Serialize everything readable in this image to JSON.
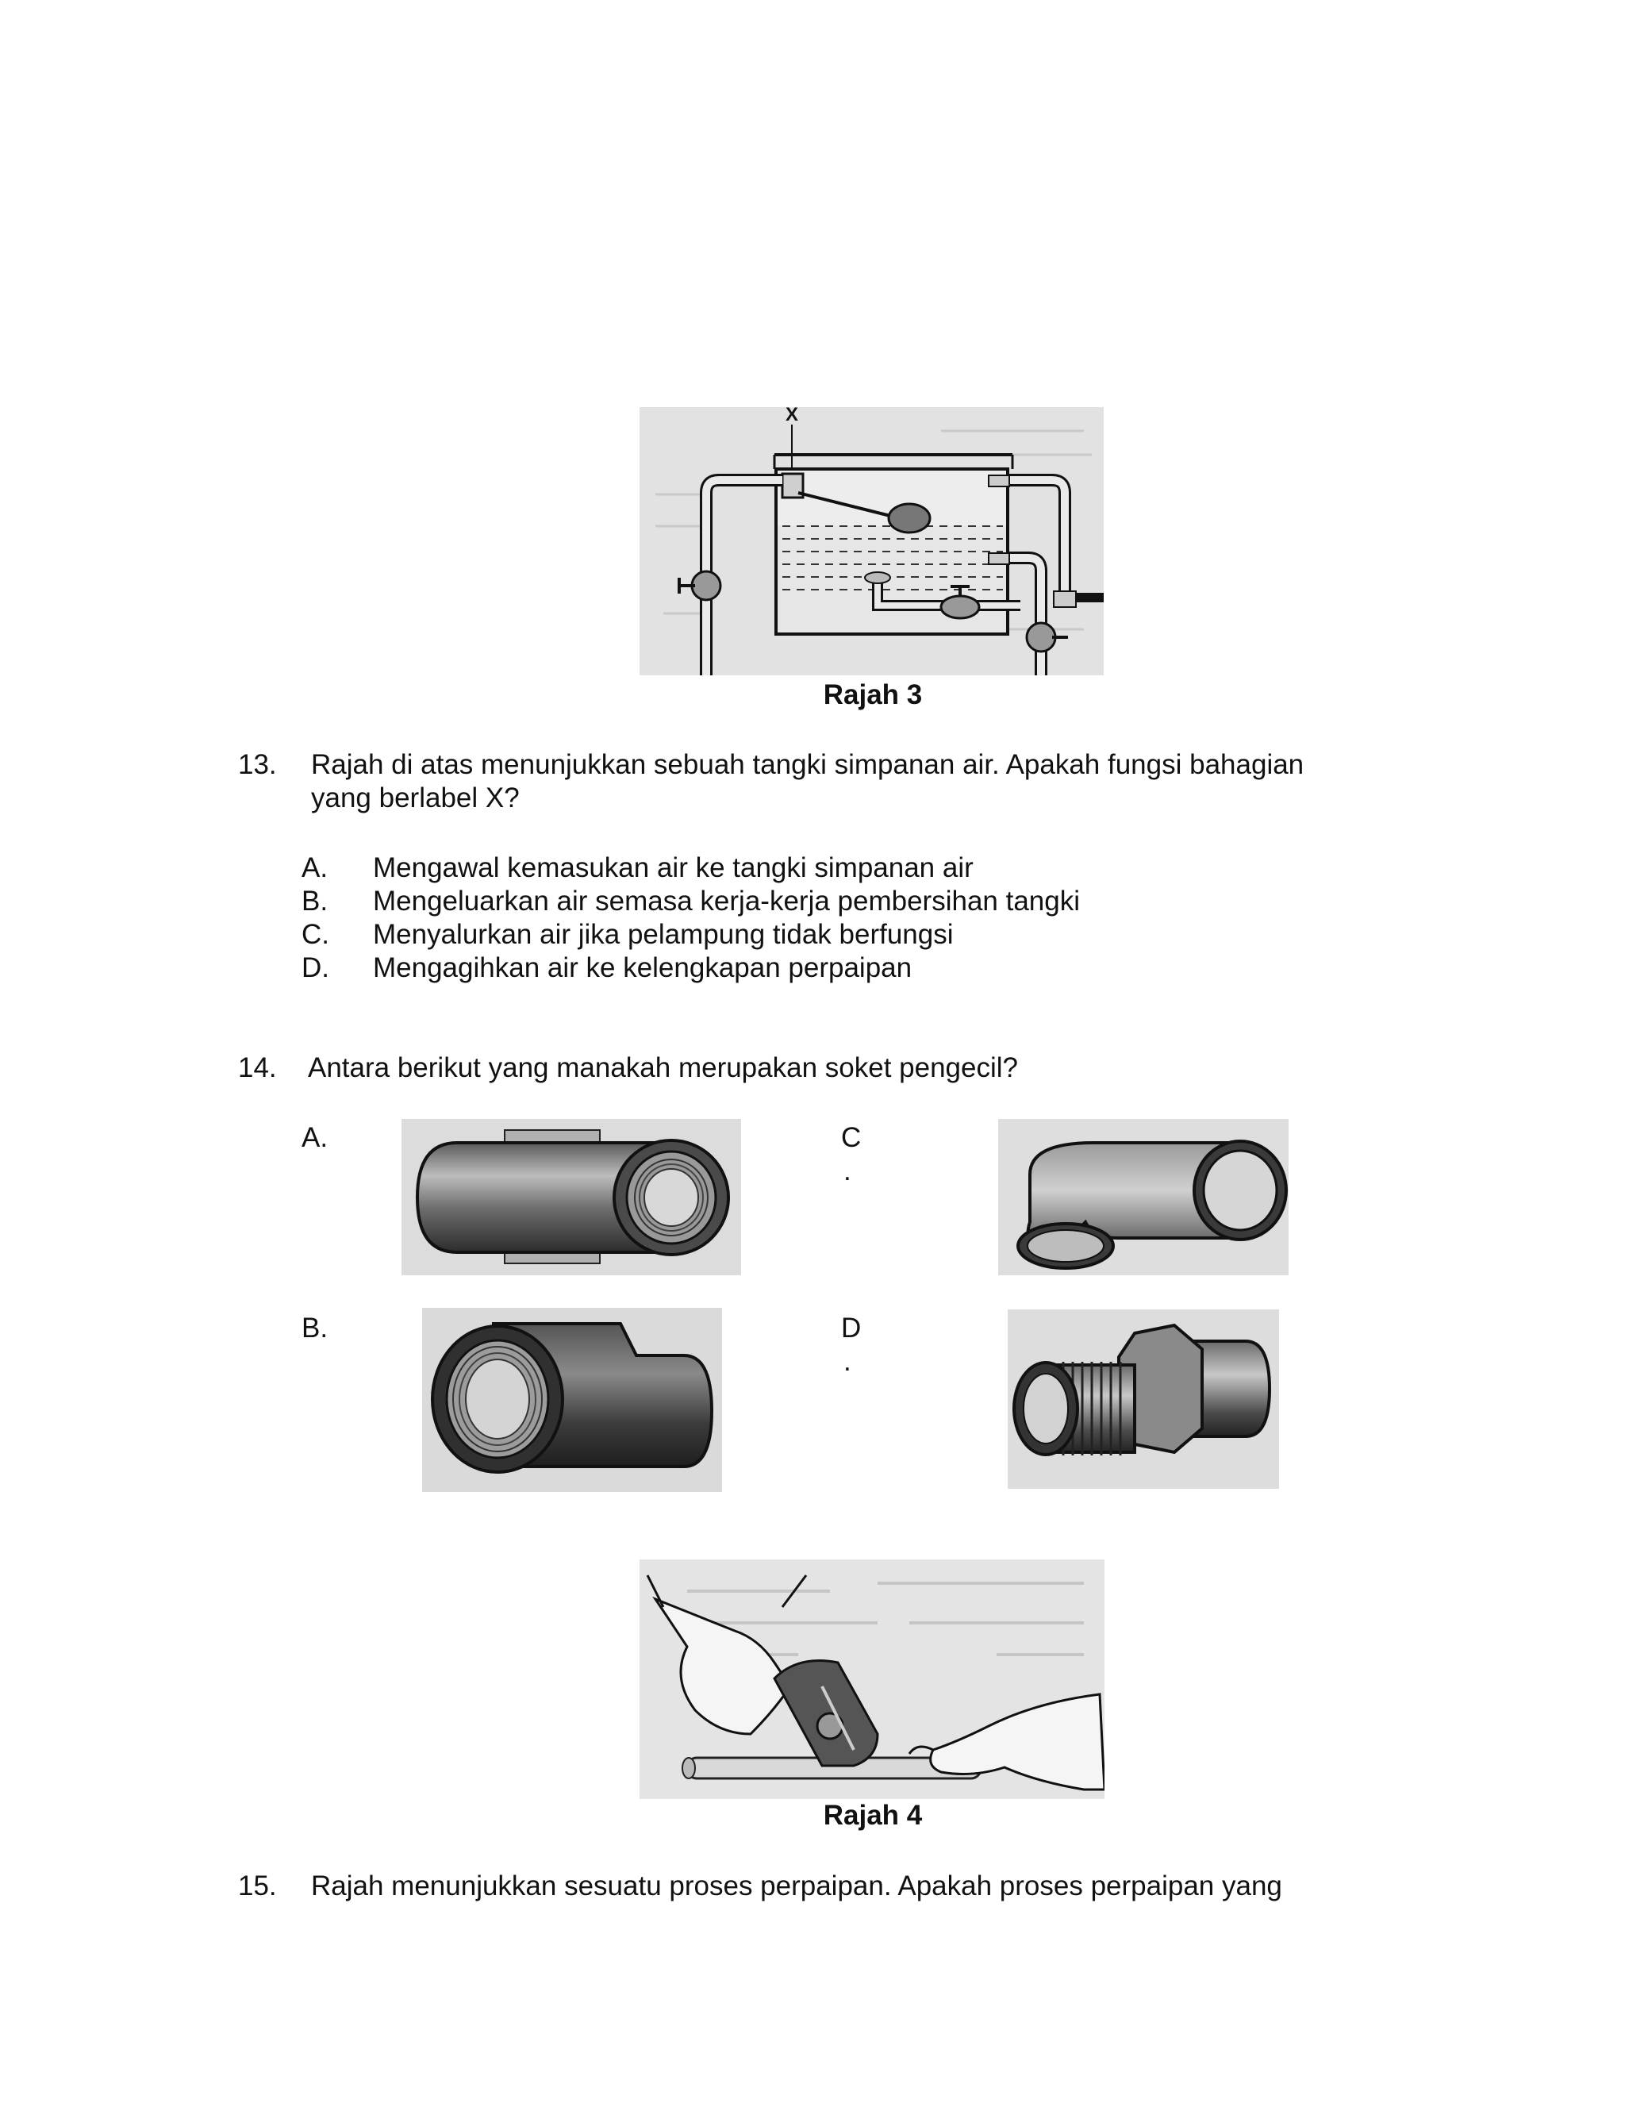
{
  "figure3": {
    "caption": "Rajah 3",
    "label": "X"
  },
  "q13": {
    "number": "13.",
    "text_line1": "Rajah di atas menunjukkan sebuah tangki simpanan air. Apakah fungsi bahagian",
    "text_line2": "yang berlabel X?",
    "options": [
      {
        "letter": "A.",
        "text": "Mengawal kemasukan air ke tangki simpanan air"
      },
      {
        "letter": "B.",
        "text": "Mengeluarkan air semasa kerja-kerja pembersihan tangki"
      },
      {
        "letter": "C.",
        "text": "Menyalurkan air jika pelampung tidak berfungsi"
      },
      {
        "letter": "D.",
        "text": "Mengagihkan air ke kelengkapan perpaipan"
      }
    ]
  },
  "q14": {
    "number": "14.",
    "text": "Antara berikut yang manakah merupakan soket pengecil?",
    "options": [
      {
        "letter": "A."
      },
      {
        "letter": "B."
      },
      {
        "letter": "C",
        "dot": "."
      },
      {
        "letter": "D",
        "dot": "."
      }
    ]
  },
  "figure4": {
    "caption": "Rajah 4"
  },
  "q15": {
    "number": "15.",
    "text": "Rajah menunjukkan sesuatu proses perpaipan. Apakah proses perpaipan yang"
  }
}
